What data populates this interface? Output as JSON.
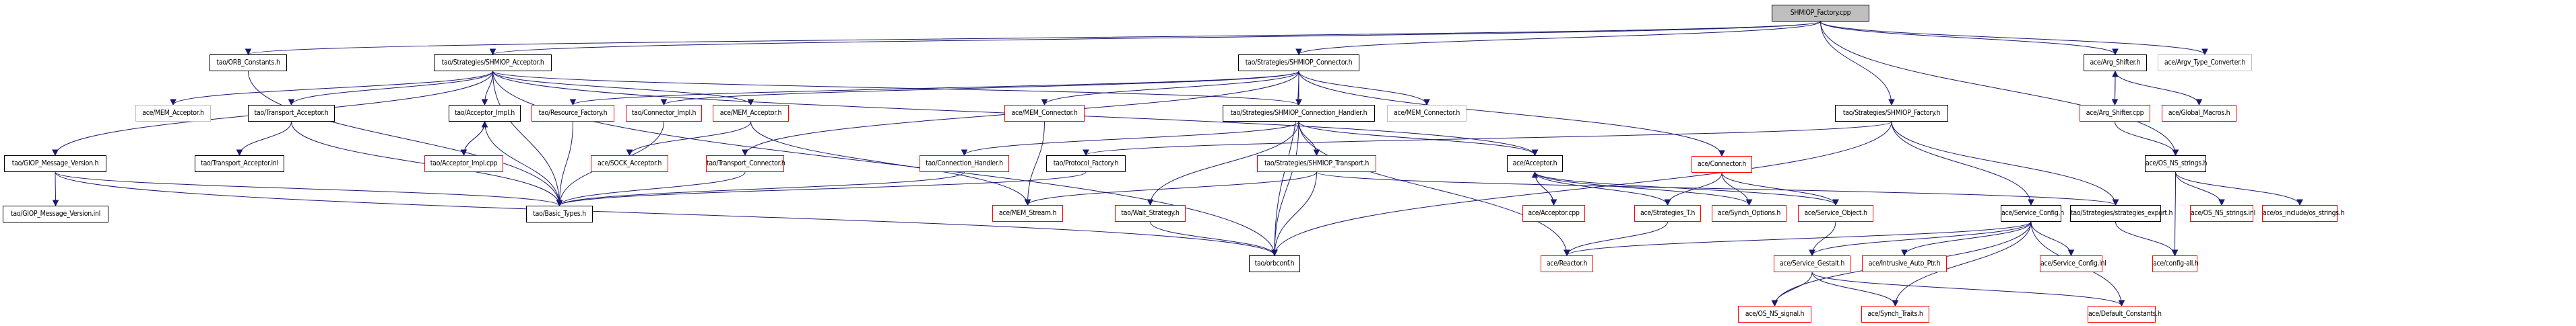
{
  "diagram": {
    "title": "SHMIOP_Factory.cpp include dependency graph",
    "colors": {
      "edge": "#191970",
      "documented": "#000000",
      "undocumented": "#ff0000",
      "external": "#bfbfbf",
      "root_fill": "#bfbfbf"
    },
    "nodes": [
      {
        "id": "root",
        "label": "SHMIOP_Factory.cpp",
        "kind": "root"
      },
      {
        "id": "orb_constants",
        "label": "tao/ORB_Constants.h",
        "kind": "documented"
      },
      {
        "id": "shmiop_acceptor",
        "label": "tao/Strategies/SHMIOP_Acceptor.h",
        "kind": "documented"
      },
      {
        "id": "shmiop_connector",
        "label": "tao/Strategies/SHMIOP_Connector.h",
        "kind": "documented"
      },
      {
        "id": "arg_shifter_h",
        "label": "ace/Arg_Shifter.h",
        "kind": "documented"
      },
      {
        "id": "argv_type_converter",
        "label": "ace/Argv_Type_Converter.h",
        "kind": "external"
      },
      {
        "id": "giop_mv_h",
        "label": "tao/GIOP_Message_Version.h",
        "kind": "documented"
      },
      {
        "id": "giop_mv_inl",
        "label": "tao/GIOP_Message_Version.inl",
        "kind": "documented"
      },
      {
        "id": "ace_mem_acceptor_gray",
        "label": "ace/MEM_Acceptor.h",
        "kind": "external"
      },
      {
        "id": "transport_acceptor_h",
        "label": "tao/Transport_Acceptor.h",
        "kind": "documented"
      },
      {
        "id": "transport_acceptor_inl",
        "label": "tao/Transport_Acceptor.inl",
        "kind": "documented"
      },
      {
        "id": "acceptor_impl_h",
        "label": "tao/Acceptor_Impl.h",
        "kind": "documented"
      },
      {
        "id": "acceptor_impl_cpp",
        "label": "tao/Acceptor_Impl.cpp",
        "kind": "undocumented"
      },
      {
        "id": "resource_factory",
        "label": "tao/Resource_Factory.h",
        "kind": "undocumented"
      },
      {
        "id": "connector_impl",
        "label": "tao/Connector_Impl.h",
        "kind": "undocumented"
      },
      {
        "id": "ace_mem_acceptor_red",
        "label": "ace/MEM_Acceptor.h",
        "kind": "undocumented"
      },
      {
        "id": "sock_acceptor",
        "label": "ace/SOCK_Acceptor.h",
        "kind": "undocumented"
      },
      {
        "id": "transport_connector",
        "label": "tao/Transport_Connector.h",
        "kind": "undocumented"
      },
      {
        "id": "basic_types",
        "label": "tao/Basic_Types.h",
        "kind": "documented"
      },
      {
        "id": "ace_mem_connector_red",
        "label": "ace/MEM_Connector.h",
        "kind": "undocumented"
      },
      {
        "id": "shmiop_conn_handler",
        "label": "tao/Strategies/SHMIOP_Connection_Handler.h",
        "kind": "documented"
      },
      {
        "id": "ace_mem_connector_gray",
        "label": "ace/MEM_Connector.h",
        "kind": "external"
      },
      {
        "id": "connection_handler",
        "label": "tao/Connection_Handler.h",
        "kind": "undocumented"
      },
      {
        "id": "protocol_factory",
        "label": "tao/Protocol_Factory.h",
        "kind": "documented"
      },
      {
        "id": "shmiop_transport",
        "label": "tao/Strategies/SHMIOP_Transport.h",
        "kind": "undocumented"
      },
      {
        "id": "ace_acceptor_h",
        "label": "ace/Acceptor.h",
        "kind": "documented"
      },
      {
        "id": "ace_acceptor_cpp",
        "label": "ace/Acceptor.cpp",
        "kind": "undocumented"
      },
      {
        "id": "mem_stream",
        "label": "ace/MEM_Stream.h",
        "kind": "undocumented"
      },
      {
        "id": "wait_strategy",
        "label": "tao/Wait_Strategy.h",
        "kind": "undocumented"
      },
      {
        "id": "orbconf",
        "label": "tao/orbconf.h",
        "kind": "documented"
      },
      {
        "id": "reactor",
        "label": "ace/Reactor.h",
        "kind": "undocumented"
      },
      {
        "id": "ace_connector",
        "label": "ace/Connector.h",
        "kind": "undocumented"
      },
      {
        "id": "strategies_t",
        "label": "ace/Strategies_T.h",
        "kind": "undocumented"
      },
      {
        "id": "synch_options",
        "label": "ace/Synch_Options.h",
        "kind": "undocumented"
      },
      {
        "id": "service_object",
        "label": "ace/Service_Object.h",
        "kind": "undocumented"
      },
      {
        "id": "shmiop_factory_h",
        "label": "tao/Strategies/SHMIOP_Factory.h",
        "kind": "documented"
      },
      {
        "id": "arg_shifter_cpp",
        "label": "ace/Arg_Shifter.cpp",
        "kind": "undocumented"
      },
      {
        "id": "global_macros",
        "label": "ace/Global_Macros.h",
        "kind": "undocumented"
      },
      {
        "id": "service_config_h",
        "label": "ace/Service_Config.h",
        "kind": "documented"
      },
      {
        "id": "strategies_export",
        "label": "tao/Strategies/strategies_export.h",
        "kind": "documented"
      },
      {
        "id": "os_ns_strings_h",
        "label": "ace/OS_NS_strings.h",
        "kind": "documented"
      },
      {
        "id": "os_ns_strings_inl",
        "label": "ace/OS_NS_strings.inl",
        "kind": "undocumented"
      },
      {
        "id": "os_strings",
        "label": "ace/os_include/os_strings.h",
        "kind": "undocumented"
      },
      {
        "id": "service_gestalt",
        "label": "ace/Service_Gestalt.h",
        "kind": "undocumented"
      },
      {
        "id": "intrusive_auto_ptr",
        "label": "ace/Intrusive_Auto_Ptr.h",
        "kind": "undocumented"
      },
      {
        "id": "service_config_inl",
        "label": "ace/Service_Config.inl",
        "kind": "undocumented"
      },
      {
        "id": "config_all",
        "label": "ace/config-all.h",
        "kind": "undocumented"
      },
      {
        "id": "os_ns_signal",
        "label": "ace/OS_NS_signal.h",
        "kind": "undocumented"
      },
      {
        "id": "synch_traits",
        "label": "ace/Synch_Traits.h",
        "kind": "undocumented"
      },
      {
        "id": "default_constants",
        "label": "ace/Default_Constants.h",
        "kind": "undocumented"
      }
    ],
    "edges": [
      [
        "root",
        "shmiop_acceptor"
      ],
      [
        "root",
        "shmiop_connector"
      ],
      [
        "root",
        "shmiop_factory_h"
      ],
      [
        "root",
        "arg_shifter_h"
      ],
      [
        "root",
        "argv_type_converter"
      ],
      [
        "root",
        "os_ns_strings_h"
      ],
      [
        "root",
        "orb_constants"
      ],
      [
        "orb_constants",
        "basic_types"
      ],
      [
        "shmiop_acceptor",
        "giop_mv_h"
      ],
      [
        "shmiop_acceptor",
        "ace_mem_acceptor_gray"
      ],
      [
        "shmiop_acceptor",
        "transport_acceptor_h"
      ],
      [
        "shmiop_acceptor",
        "acceptor_impl_h"
      ],
      [
        "shmiop_acceptor",
        "ace_mem_acceptor_red"
      ],
      [
        "shmiop_acceptor",
        "shmiop_conn_handler"
      ],
      [
        "shmiop_acceptor",
        "basic_types"
      ],
      [
        "shmiop_acceptor",
        "orbconf"
      ],
      [
        "shmiop_acceptor",
        "ace_acceptor_h"
      ],
      [
        "giop_mv_h",
        "giop_mv_inl"
      ],
      [
        "giop_mv_h",
        "basic_types"
      ],
      [
        "giop_mv_h",
        "orbconf"
      ],
      [
        "transport_acceptor_h",
        "transport_acceptor_inl"
      ],
      [
        "transport_acceptor_h",
        "basic_types"
      ],
      [
        "acceptor_impl_h",
        "acceptor_impl_cpp"
      ],
      [
        "acceptor_impl_cpp",
        "acceptor_impl_h"
      ],
      [
        "acceptor_impl_h",
        "basic_types"
      ],
      [
        "resource_factory",
        "basic_types"
      ],
      [
        "connector_impl",
        "basic_types"
      ],
      [
        "ace_mem_acceptor_red",
        "sock_acceptor"
      ],
      [
        "ace_mem_acceptor_red",
        "mem_stream"
      ],
      [
        "transport_connector",
        "basic_types"
      ],
      [
        "shmiop_connector",
        "resource_factory"
      ],
      [
        "shmiop_connector",
        "connector_impl"
      ],
      [
        "shmiop_connector",
        "ace_mem_connector_red"
      ],
      [
        "shmiop_connector",
        "shmiop_conn_handler"
      ],
      [
        "shmiop_connector",
        "ace_mem_connector_gray"
      ],
      [
        "shmiop_connector",
        "transport_connector"
      ],
      [
        "shmiop_connector",
        "ace_connector"
      ],
      [
        "shmiop_connector",
        "orbconf"
      ],
      [
        "ace_mem_connector_red",
        "mem_stream"
      ],
      [
        "shmiop_conn_handler",
        "connection_handler"
      ],
      [
        "shmiop_conn_handler",
        "shmiop_transport"
      ],
      [
        "shmiop_conn_handler",
        "ace_acceptor_h"
      ],
      [
        "shmiop_conn_handler",
        "wait_strategy"
      ],
      [
        "shmiop_conn_handler",
        "orbconf"
      ],
      [
        "shmiop_conn_handler",
        "reactor"
      ],
      [
        "connection_handler",
        "basic_types"
      ],
      [
        "protocol_factory",
        "basic_types"
      ],
      [
        "shmiop_transport",
        "mem_stream"
      ],
      [
        "shmiop_transport",
        "orbconf"
      ],
      [
        "shmiop_transport",
        "strategies_export"
      ],
      [
        "wait_strategy",
        "orbconf"
      ],
      [
        "ace_acceptor_h",
        "ace_acceptor_cpp"
      ],
      [
        "ace_acceptor_cpp",
        "ace_acceptor_h"
      ],
      [
        "ace_acceptor_h",
        "strategies_t"
      ],
      [
        "ace_acceptor_h",
        "synch_options"
      ],
      [
        "ace_acceptor_h",
        "service_object"
      ],
      [
        "ace_connector",
        "strategies_t"
      ],
      [
        "ace_connector",
        "synch_options"
      ],
      [
        "ace_connector",
        "service_object"
      ],
      [
        "strategies_t",
        "reactor"
      ],
      [
        "service_object",
        "service_gestalt"
      ],
      [
        "shmiop_factory_h",
        "protocol_factory"
      ],
      [
        "shmiop_factory_h",
        "service_config_h"
      ],
      [
        "shmiop_factory_h",
        "strategies_export"
      ],
      [
        "shmiop_factory_h",
        "orbconf"
      ],
      [
        "arg_shifter_h",
        "arg_shifter_cpp"
      ],
      [
        "arg_shifter_cpp",
        "arg_shifter_h"
      ],
      [
        "arg_shifter_h",
        "global_macros"
      ],
      [
        "arg_shifter_cpp",
        "os_ns_strings_h"
      ],
      [
        "service_config_h",
        "service_gestalt"
      ],
      [
        "service_config_h",
        "intrusive_auto_ptr"
      ],
      [
        "service_config_h",
        "service_config_inl"
      ],
      [
        "service_config_h",
        "default_constants"
      ],
      [
        "service_config_h",
        "synch_traits"
      ],
      [
        "service_config_h",
        "os_ns_signal"
      ],
      [
        "service_config_h",
        "reactor"
      ],
      [
        "strategies_export",
        "config_all"
      ],
      [
        "os_ns_strings_h",
        "os_ns_strings_inl"
      ],
      [
        "os_ns_strings_h",
        "os_strings"
      ],
      [
        "os_ns_strings_h",
        "config_all"
      ],
      [
        "service_gestalt",
        "os_ns_signal"
      ],
      [
        "service_gestalt",
        "synch_traits"
      ],
      [
        "service_gestalt",
        "default_constants"
      ]
    ]
  }
}
